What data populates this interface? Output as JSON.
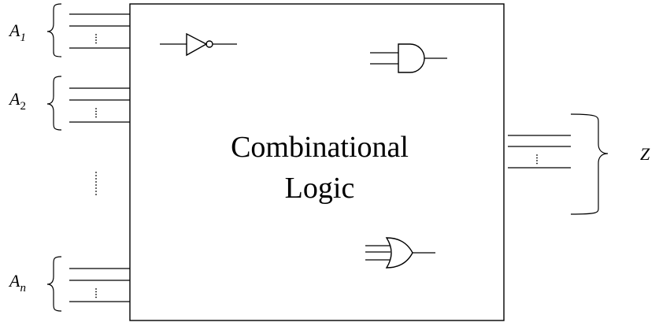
{
  "block": {
    "title_line1": "Combinational",
    "title_line2": "Logic"
  },
  "inputs": [
    {
      "letter": "A",
      "subscript": "1"
    },
    {
      "letter": "A",
      "subscript": "2"
    },
    {
      "letter": "A",
      "subscript": "n"
    }
  ],
  "output": {
    "label": "Z"
  },
  "gates": [
    "inverter",
    "and-gate",
    "or-gate"
  ]
}
